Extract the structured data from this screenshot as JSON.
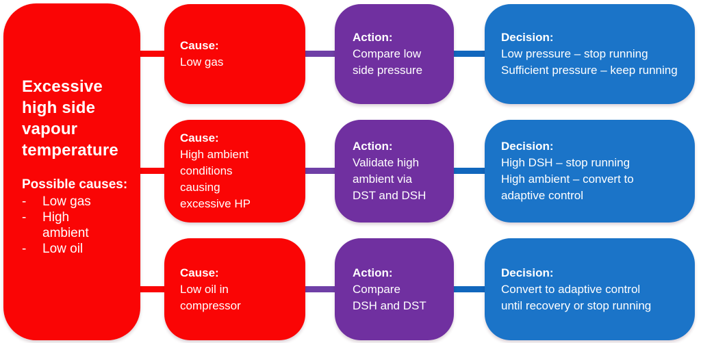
{
  "colors": {
    "red": "#fa0505",
    "purple": "#7030a0",
    "blue": "#1b74c8",
    "conn-purple": "#6f3fa6",
    "conn-blue": "#1167bd"
  },
  "left_panel": {
    "title": "Excessive\nhigh side\nvapour\ntemperature",
    "heading": "Possible causes:",
    "bullet": "-",
    "items": [
      "Low gas",
      "High\nambient",
      "Low oil"
    ]
  },
  "rows": [
    {
      "cause": {
        "label": "Cause:",
        "text": "Low gas"
      },
      "action": {
        "label": "Action:",
        "text": "Compare low\nside pressure"
      },
      "decision": {
        "label": "Decision:",
        "text": "Low pressure – stop running\nSufficient pressure – keep running"
      }
    },
    {
      "cause": {
        "label": "Cause:",
        "text": "High ambient\nconditions\ncausing\nexcessive HP"
      },
      "action": {
        "label": "Action:",
        "text": "Validate high\nambient via\nDST and DSH"
      },
      "decision": {
        "label": "Decision:",
        "text": "High DSH – stop running\nHigh ambient – convert to\nadaptive control"
      }
    },
    {
      "cause": {
        "label": "Cause:",
        "text": "Low oil in\ncompressor"
      },
      "action": {
        "label": "Action:",
        "text": "Compare\nDSH and DST"
      },
      "decision": {
        "label": "Decision:",
        "text": "Convert to adaptive control\nuntil recovery or stop running"
      }
    }
  ]
}
